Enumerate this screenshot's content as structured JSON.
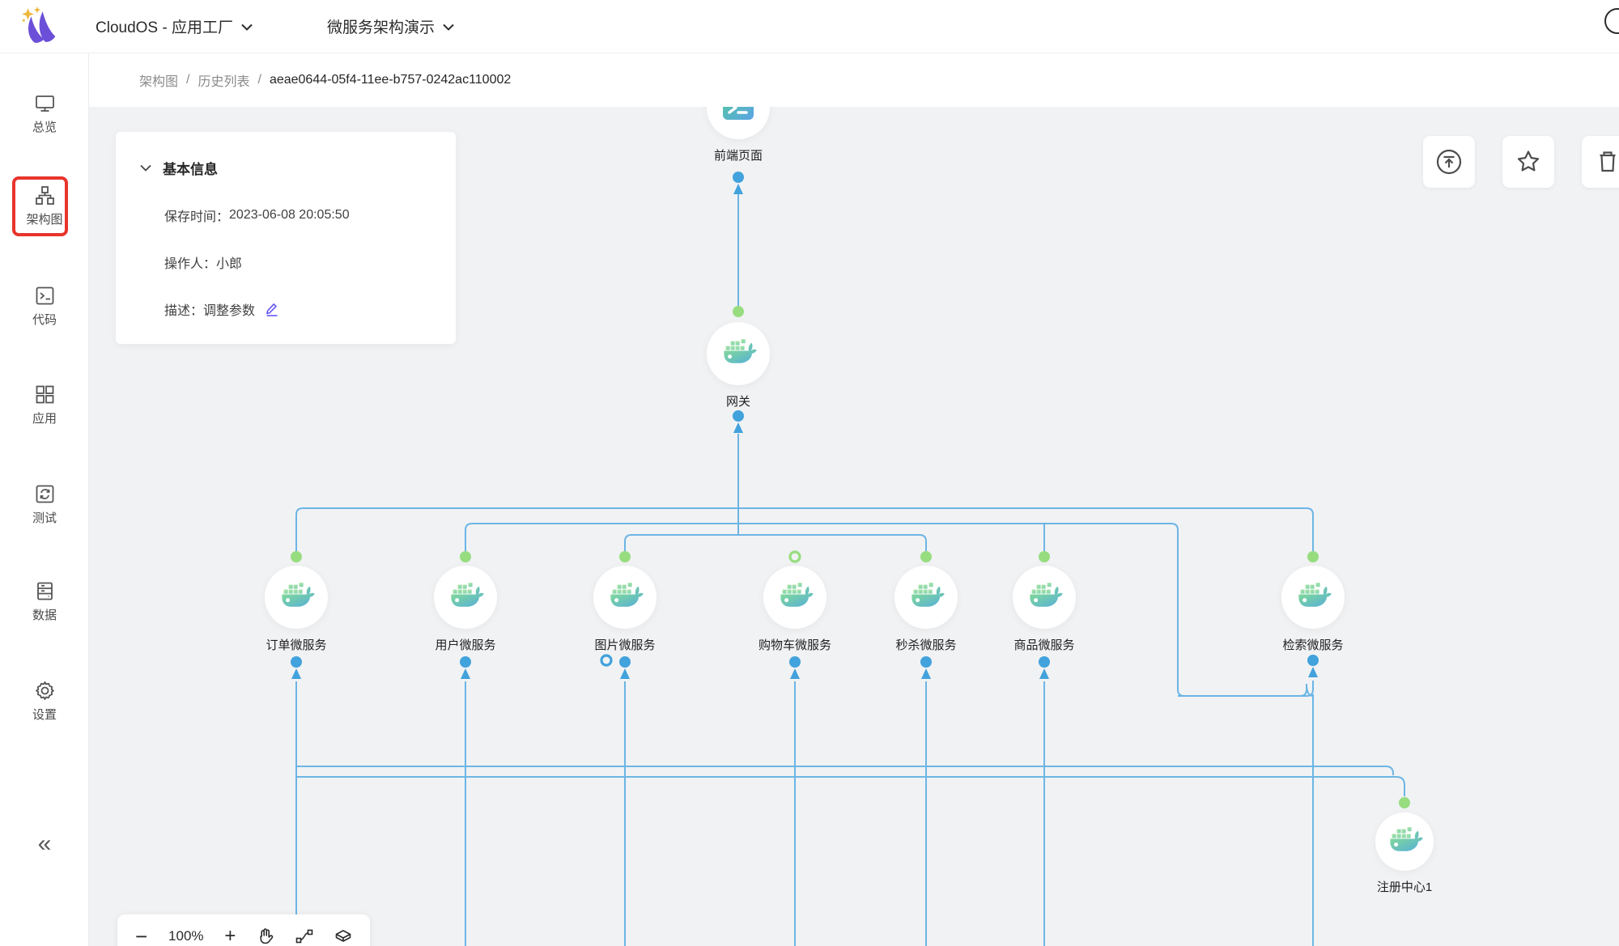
{
  "header": {
    "logo": "cloudos-logo",
    "app_switcher": "CloudOS - 应用工厂",
    "project_switcher": "微服务架构演示"
  },
  "sidebar": {
    "items": [
      {
        "icon": "monitor-icon",
        "label": "总览"
      },
      {
        "icon": "sitemap-icon",
        "label": "架构图",
        "active": true
      },
      {
        "icon": "terminal-icon",
        "label": "代码"
      },
      {
        "icon": "apps-icon",
        "label": "应用"
      },
      {
        "icon": "sync-icon",
        "label": "测试"
      },
      {
        "icon": "database-icon",
        "label": "数据"
      },
      {
        "icon": "gear-icon",
        "label": "设置"
      }
    ],
    "collapse": "«"
  },
  "breadcrumb": {
    "separator": "/",
    "items": [
      "架构图",
      "历史列表",
      "aeae0644-05f4-11ee-b757-0242ac110002"
    ]
  },
  "info_card": {
    "title": "基本信息",
    "fields": [
      {
        "label": "保存时间：",
        "value": "2023-06-08 20:05:50"
      },
      {
        "label": "操作人：",
        "value": "小郎"
      },
      {
        "label": "描述：",
        "value": "调整参数"
      }
    ]
  },
  "toolbar": {
    "buttons": [
      {
        "icon": "upload-icon"
      },
      {
        "icon": "star-icon"
      },
      {
        "icon": "trash-icon"
      }
    ]
  },
  "zoombar": {
    "zoom_out": "−",
    "zoom_level": "100%",
    "zoom_in": "+",
    "icons": [
      "hand-icon",
      "connector-icon",
      "box-icon"
    ]
  },
  "diagram": {
    "nodes": [
      {
        "label": "前端页面",
        "type": "frontend-page"
      },
      {
        "label": "网关",
        "type": "docker-service"
      },
      {
        "label": "订单微服务",
        "type": "docker-service"
      },
      {
        "label": "用户微服务",
        "type": "docker-service"
      },
      {
        "label": "图片微服务",
        "type": "docker-service"
      },
      {
        "label": "购物车微服务",
        "type": "docker-service"
      },
      {
        "label": "秒杀微服务",
        "type": "docker-service"
      },
      {
        "label": "商品微服务",
        "type": "docker-service"
      },
      {
        "label": "检索微服务",
        "type": "docker-service"
      },
      {
        "label": "注册中心1",
        "type": "docker-service"
      }
    ],
    "colors": {
      "edge": "#6cb5e5",
      "port_in": "#97dd80",
      "port_out": "#42a2dc"
    }
  }
}
